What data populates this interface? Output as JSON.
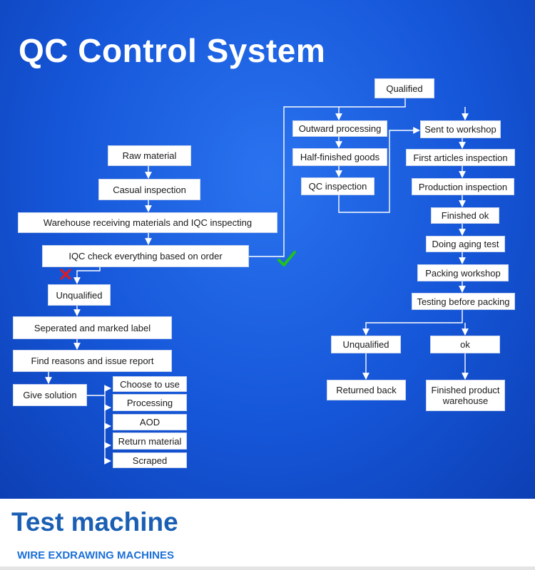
{
  "title": "QC Control System",
  "boxes": {
    "raw_material": "Raw material",
    "casual_inspection": "Casual inspection",
    "warehouse_receiving": "Warehouse receiving materials and IQC inspecting",
    "iqc_check": "IQC check everything based on order",
    "unqualified_left": "Unqualified",
    "separated_label": "Seperated and marked label",
    "find_reasons": "Find reasons and issue report",
    "give_solution": "Give solution",
    "choose_to_use": "Choose to use",
    "processing": "Processing",
    "aod": "AOD",
    "return_material": "Return material",
    "scraped": "Scraped",
    "qualified": "Qualified",
    "outward_processing": "Outward processing",
    "half_finished": "Half-finished goods",
    "qc_inspection": "QC inspection",
    "sent_to_workshop": "Sent to workshop",
    "first_articles": "First articles inspection",
    "production_inspection": "Production inspection",
    "finished_ok": "Finished ok",
    "aging_test": "Doing aging test",
    "packing_workshop": "Packing workshop",
    "testing_before_packing": "Testing before packing",
    "unqualified_right": "Unqualified",
    "ok": "ok",
    "returned_back": "Returned back",
    "finished_warehouse": "Finished product warehouse"
  },
  "marks": {
    "reject_icon": "cross-mark-icon",
    "approve_icon": "check-mark-icon",
    "reject_color": "#e01b24",
    "approve_color": "#22c21a"
  },
  "footer": {
    "heading": "Test machine",
    "subheading": "WIRE EXDRAWING MACHINES"
  }
}
